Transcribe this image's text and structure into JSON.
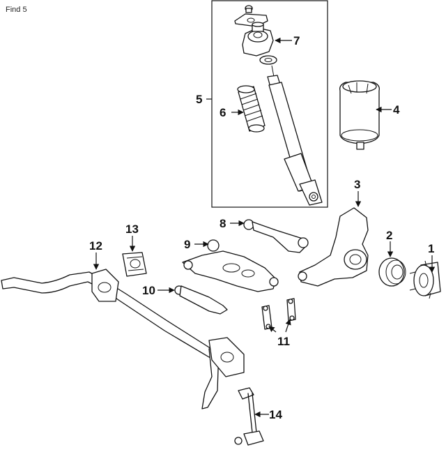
{
  "find_label": "Find 5",
  "callouts": [
    {
      "id": "1",
      "text": "1"
    },
    {
      "id": "2",
      "text": "2"
    },
    {
      "id": "3",
      "text": "3"
    },
    {
      "id": "4",
      "text": "4"
    },
    {
      "id": "5",
      "text": "5"
    },
    {
      "id": "6",
      "text": "6"
    },
    {
      "id": "7",
      "text": "7"
    },
    {
      "id": "8",
      "text": "8"
    },
    {
      "id": "9",
      "text": "9"
    },
    {
      "id": "10",
      "text": "10"
    },
    {
      "id": "11",
      "text": "11"
    },
    {
      "id": "12",
      "text": "12"
    },
    {
      "id": "13",
      "text": "13"
    },
    {
      "id": "14",
      "text": "14"
    }
  ]
}
